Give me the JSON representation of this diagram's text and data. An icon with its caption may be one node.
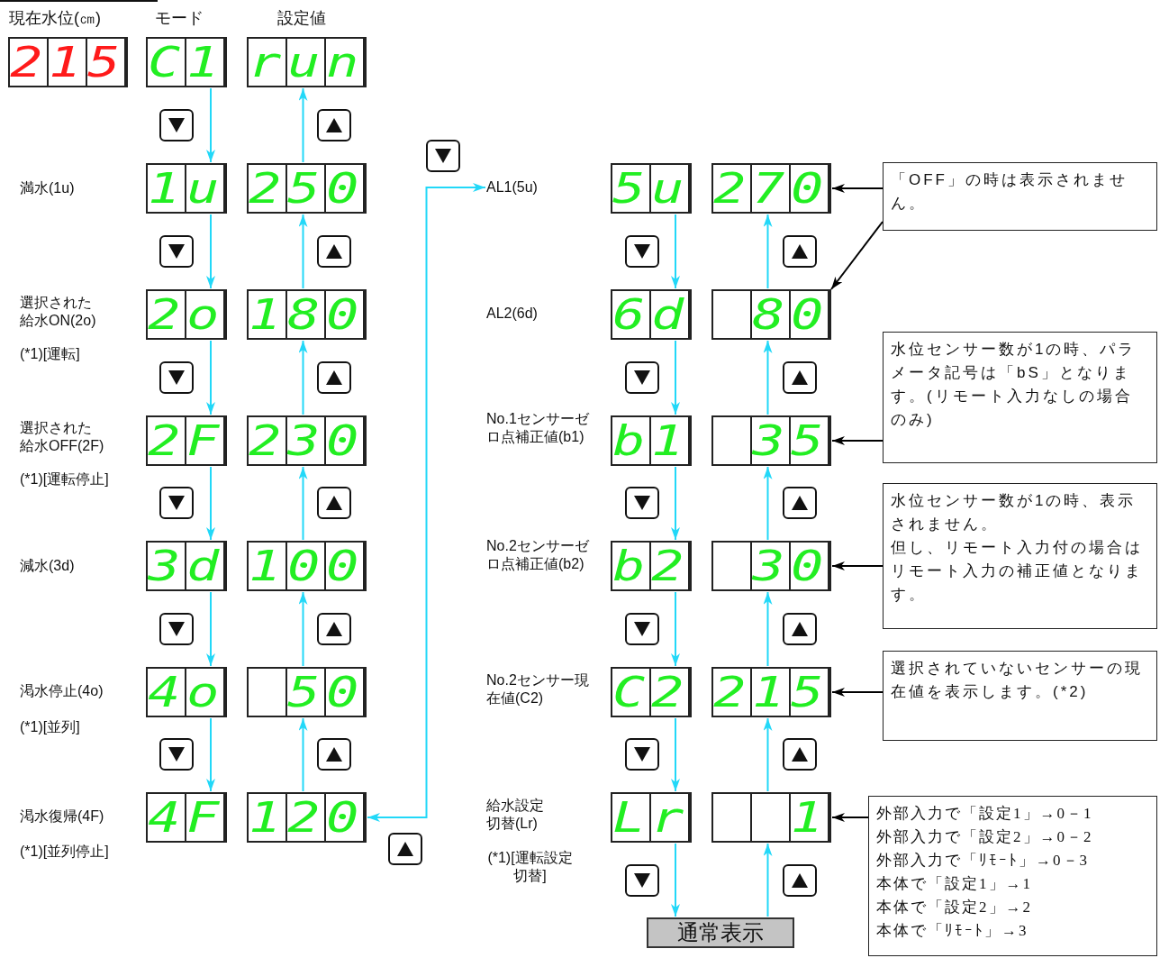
{
  "diagram": {
    "nodes": [
      {
        "text": [
          "215"
        ]
      },
      {
        "text": [
          "C1"
        ]
      },
      {
        "text": [
          "run"
        ]
      },
      {
        "text": [
          "1u"
        ]
      },
      {
        "text": [
          "250"
        ]
      },
      {
        "text": [
          "2o"
        ],
        "beside": [
          "選択された給水ON(2o)",
          "(*1)[運転]"
        ]
      },
      {
        "text": [
          "180"
        ]
      },
      {
        "text": [
          "2F"
        ],
        "beside": [
          "選択された給水OFF(2F)",
          "(*1)[運転停止]"
        ]
      },
      {
        "text": [
          "230"
        ]
      },
      {
        "text": [
          "3d"
        ]
      },
      {
        "text": [
          "100"
        ]
      },
      {
        "text": [
          "4o"
        ],
        "beside": [
          "渇水停止(4o)",
          "(*1)[並列]"
        ]
      },
      {
        "text": [
          "50"
        ]
      },
      {
        "text": [
          "4F"
        ],
        "beside": [
          "渇水復帰(4F)",
          "(*1)[並列停止]"
        ]
      },
      {
        "text": [
          "120"
        ]
      },
      {
        "text": [
          "AL1(5u)"
        ]
      },
      {
        "text": [
          "5u"
        ]
      },
      {
        "text": [
          "270"
        ]
      },
      {
        "text": [
          "「OFF」の時は表示されません。"
        ]
      },
      {
        "text": [
          "6d"
        ]
      },
      {
        "text": [
          "80"
        ]
      },
      {
        "text": [
          "水位センサー数が1の時、パラメータ記号は「bS」となります。(リモート入力なしの場合のみ)"
        ]
      },
      {
        "text": [
          "b1"
        ],
        "beside": [
          "No.1センサーゼロ点補正値(b1)"
        ]
      },
      {
        "text": [
          "35"
        ]
      },
      {
        "text": [
          "水位センサー数が1の時、表示されません。",
          "但し、リモート入力付の場合はリモート入力の補正値となります。"
        ]
      },
      {
        "text": [
          "b2"
        ],
        "beside": [
          "No.2センサーゼロ点補正値(b2)"
        ]
      },
      {
        "text": [
          "30"
        ]
      },
      {
        "text": [
          "C2"
        ],
        "beside": [
          "No.2センサー現在値(C2)"
        ]
      },
      {
        "text": [
          "215"
        ]
      },
      {
        "text": [
          "選択されていないセンサーの現在値を表示します。(*2)"
        ]
      },
      {
        "text": [
          "Lr"
        ],
        "beside": [
          "給水設定切替(Lr)",
          "(*1)[運転設定切替]"
        ]
      },
      {
        "text": [
          "1"
        ]
      },
      {
        "text": [
          "外部入力で「設定1」→0－1",
          "外部入力で「設定2」→0－2",
          "外部入力で「ﾘﾓｰﾄ」→0－3",
          "本体で「設定1」→1",
          "本体で「設定2」→2",
          "本体で「ﾘﾓｰﾄ」→3"
        ]
      },
      {
        "text": [
          "通常表示"
        ]
      }
    ],
    "edges": [
      {
        "from": 1,
        "to": 3,
        "arrow": "to"
      },
      {
        "from": 3,
        "to": 5,
        "arrow": "to"
      },
      {
        "from": 5,
        "to": 7,
        "arrow": "to"
      },
      {
        "from": 7,
        "to": 9,
        "arrow": "to"
      },
      {
        "from": 9,
        "to": 11,
        "arrow": "to"
      },
      {
        "from": 11,
        "to": 13,
        "arrow": "to"
      },
      {
        "from": 14,
        "to": 12,
        "arrow": "to"
      },
      {
        "from": 12,
        "to": 10,
        "arrow": "to"
      },
      {
        "from": 10,
        "to": 8,
        "arrow": "to"
      },
      {
        "from": 8,
        "to": 6,
        "arrow": "to"
      },
      {
        "from": 6,
        "to": 4,
        "arrow": "to"
      },
      {
        "from": 4,
        "to": 2,
        "arrow": "to"
      },
      {
        "from": 14,
        "to": 15,
        "arrow": "both"
      },
      {
        "from": 16,
        "to": 19,
        "arrow": "to"
      },
      {
        "from": 19,
        "to": 22,
        "arrow": "to"
      },
      {
        "from": 22,
        "to": 25,
        "arrow": "to"
      },
      {
        "from": 25,
        "to": 27,
        "arrow": "to"
      },
      {
        "from": 27,
        "to": 30,
        "arrow": "to"
      },
      {
        "from": 30,
        "to": 33,
        "arrow": "to"
      },
      {
        "from": 33,
        "to": 31,
        "arrow": "to"
      },
      {
        "from": 31,
        "to": 28,
        "arrow": "to"
      },
      {
        "from": 28,
        "to": 26,
        "arrow": "to"
      },
      {
        "from": 26,
        "to": 23,
        "arrow": "to"
      },
      {
        "from": 23,
        "to": 20,
        "arrow": "to"
      },
      {
        "from": 20,
        "to": 17,
        "arrow": "to"
      },
      {
        "from": 18,
        "to": 17,
        "arrow": "to",
        "color": "#000000"
      },
      {
        "from": 18,
        "to": 20,
        "arrow": "to",
        "color": "#000000"
      },
      {
        "from": 21,
        "to": 23,
        "arrow": "to",
        "color": "#000000"
      },
      {
        "from": 24,
        "to": 26,
        "arrow": "to",
        "color": "#000000"
      },
      {
        "from": 29,
        "to": 28,
        "arrow": "to",
        "color": "#000000"
      },
      {
        "from": 32,
        "to": 31,
        "arrow": "to",
        "color": "#000000"
      }
    ],
    "labels": [
      "現在水位(㎝)",
      "モード",
      "設定値",
      "満水(1u)",
      "AL2(6d)",
      "減水(3d)"
    ]
  }
}
